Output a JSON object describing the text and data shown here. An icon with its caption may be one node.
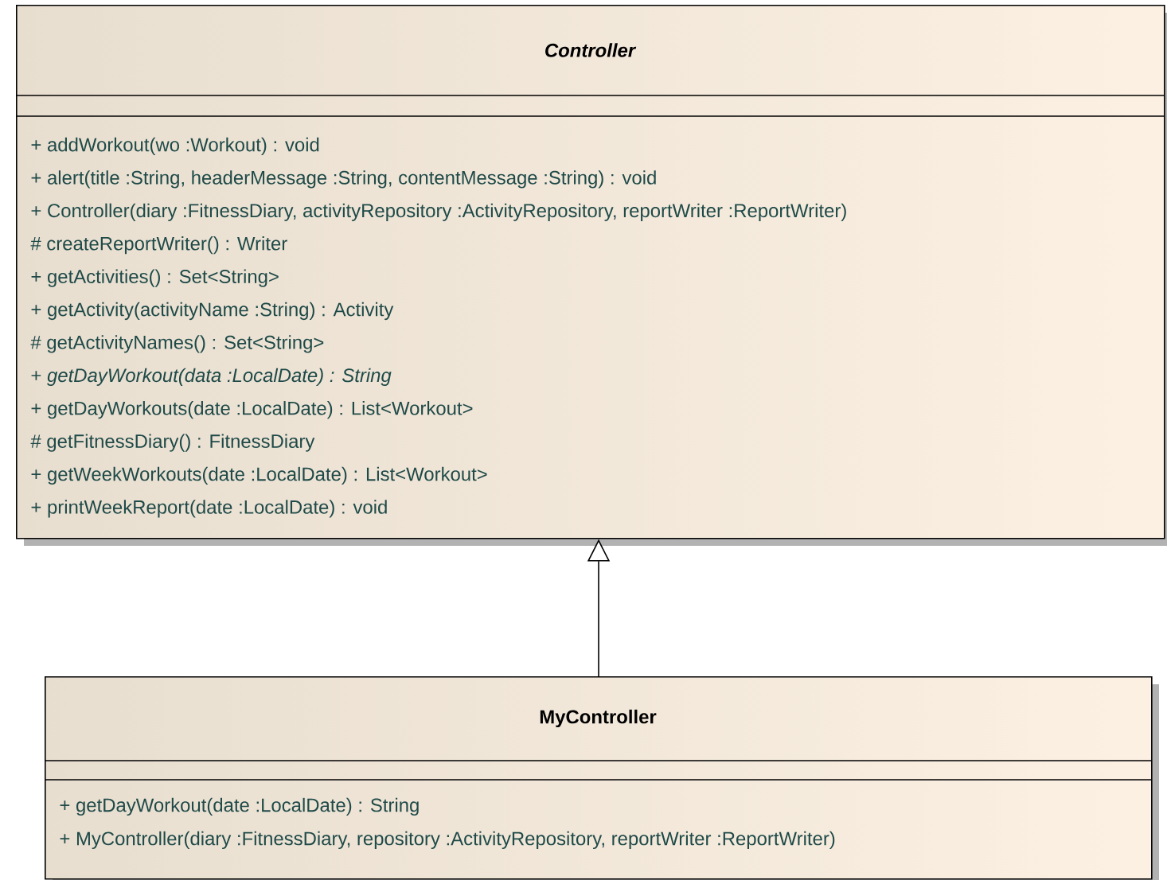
{
  "diagram": {
    "nodes": [
      {
        "text": [
          "Controller",
          "+ addWorkout(wo :Workout) : void",
          "+ alert(title :String, headerMessage :String, contentMessage :String) : void",
          "+ Controller(diary :FitnessDiary, activityRepository :ActivityRepository, reportWriter :ReportWriter)",
          "# createReportWriter() : Writer",
          "+ getActivities() : Set<String>",
          "+ getActivity(activityName :String) : Activity",
          "# getActivityNames() : Set<String>",
          "+ *getDayWorkout(data :LocalDate) : String*",
          "+ getDayWorkouts(date :LocalDate) : List<Workout>",
          "# getFitnessDiary() : FitnessDiary",
          "+ getWeekWorkouts(date :LocalDate) : List<Workout>",
          "+ printWeekReport(date :LocalDate) : void"
        ]
      },
      {
        "text": [
          "MyController",
          "+ getDayWorkout(date :LocalDate) : String",
          "+ MyController(diary :FitnessDiary, repository :ActivityRepository, reportWriter :ReportWriter)"
        ]
      }
    ],
    "edges": [
      {
        "from": 1,
        "to": 0,
        "arrow": "to"
      }
    ]
  }
}
